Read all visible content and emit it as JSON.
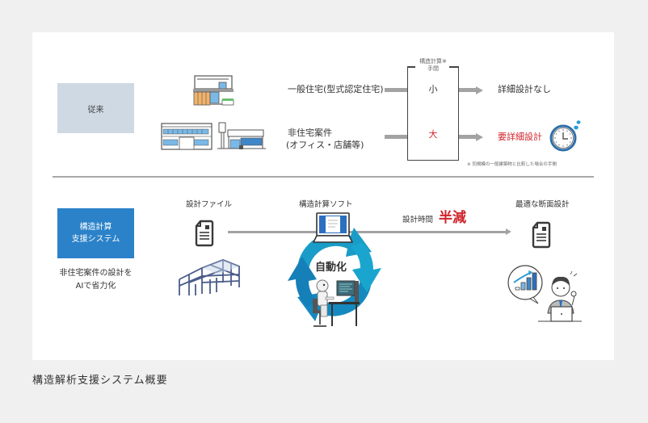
{
  "legacy": {
    "label": "従来",
    "residential": "一般住宅(型式認定住宅)",
    "nonresidential_line1": "非住宅案件",
    "nonresidential_line2": "(オフィス・店舗等)",
    "effort_header_line1": "構造計算※",
    "effort_header_line2": "手間",
    "effort_small": "小",
    "effort_large": "大",
    "result_no_detail": "詳細設計なし",
    "result_detail_required": "要詳細設計",
    "note": "※ 同規模の一般建築物と比較した場合の手間"
  },
  "system": {
    "label_line1": "構造計算",
    "label_line2": "支援システム",
    "description_line1": "非住宅案件の設計を",
    "description_line2": "AIで省力化",
    "design_file": "設計ファイル",
    "software": "構造計算ソフト",
    "automation": "自動化",
    "time_label": "設計時間",
    "time_result": "半減",
    "optimal": "最適な断面設計"
  },
  "caption": "構造解析支援システム概要",
  "icons": {
    "house": "house-icon",
    "office": "office-building-icon",
    "store": "store-icon",
    "clock": "clock-icon",
    "document": "document-icon",
    "steel_frame": "steel-frame-icon",
    "laptop": "laptop-icon",
    "cycle": "cycle-arrows-icon",
    "robot": "robot-at-computer-icon",
    "businessman": "businessman-with-chart-icon"
  },
  "colors": {
    "legacy_box": "#cfd9e4",
    "system_box": "#2b82c9",
    "emphasis_red": "#d0232a",
    "cycle_blue": "#1a9cc8",
    "arrow_gray": "#a3a3a3",
    "page_bg": "#f0f0f0"
  }
}
